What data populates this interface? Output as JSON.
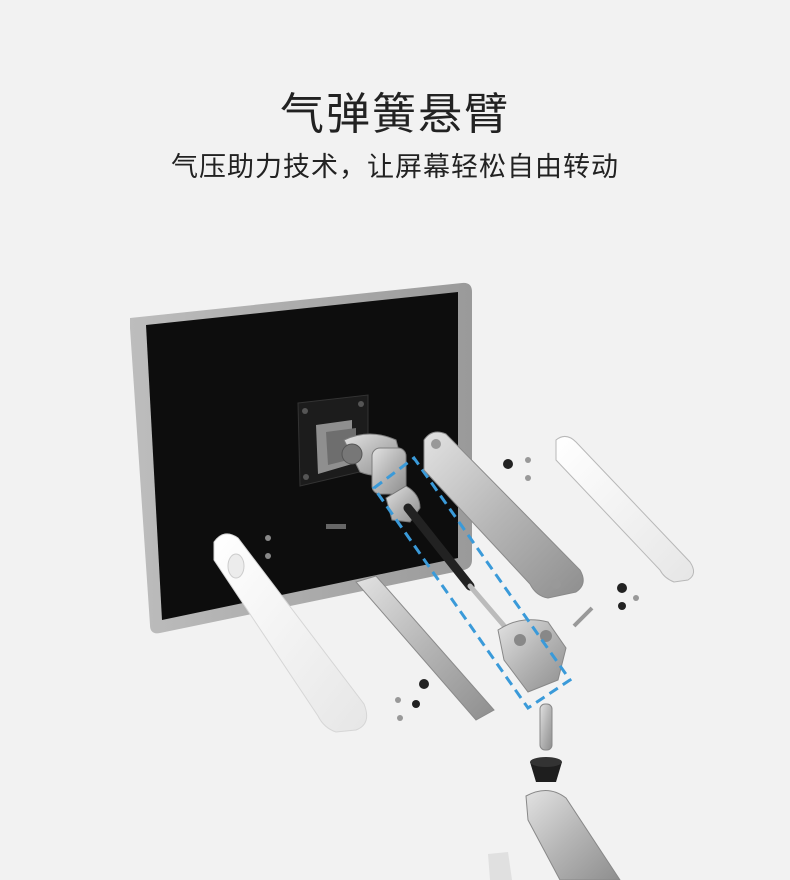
{
  "header": {
    "title": "气弹簧悬臂",
    "subtitle": "气压助力技术，让屏幕轻松自由转动"
  },
  "illustration": {
    "icon": "exploded-monitor-arm-illustration",
    "accent_color": "#3a9ad9",
    "monitor_color": "#111111",
    "metal_color": "#b9b9b9"
  }
}
